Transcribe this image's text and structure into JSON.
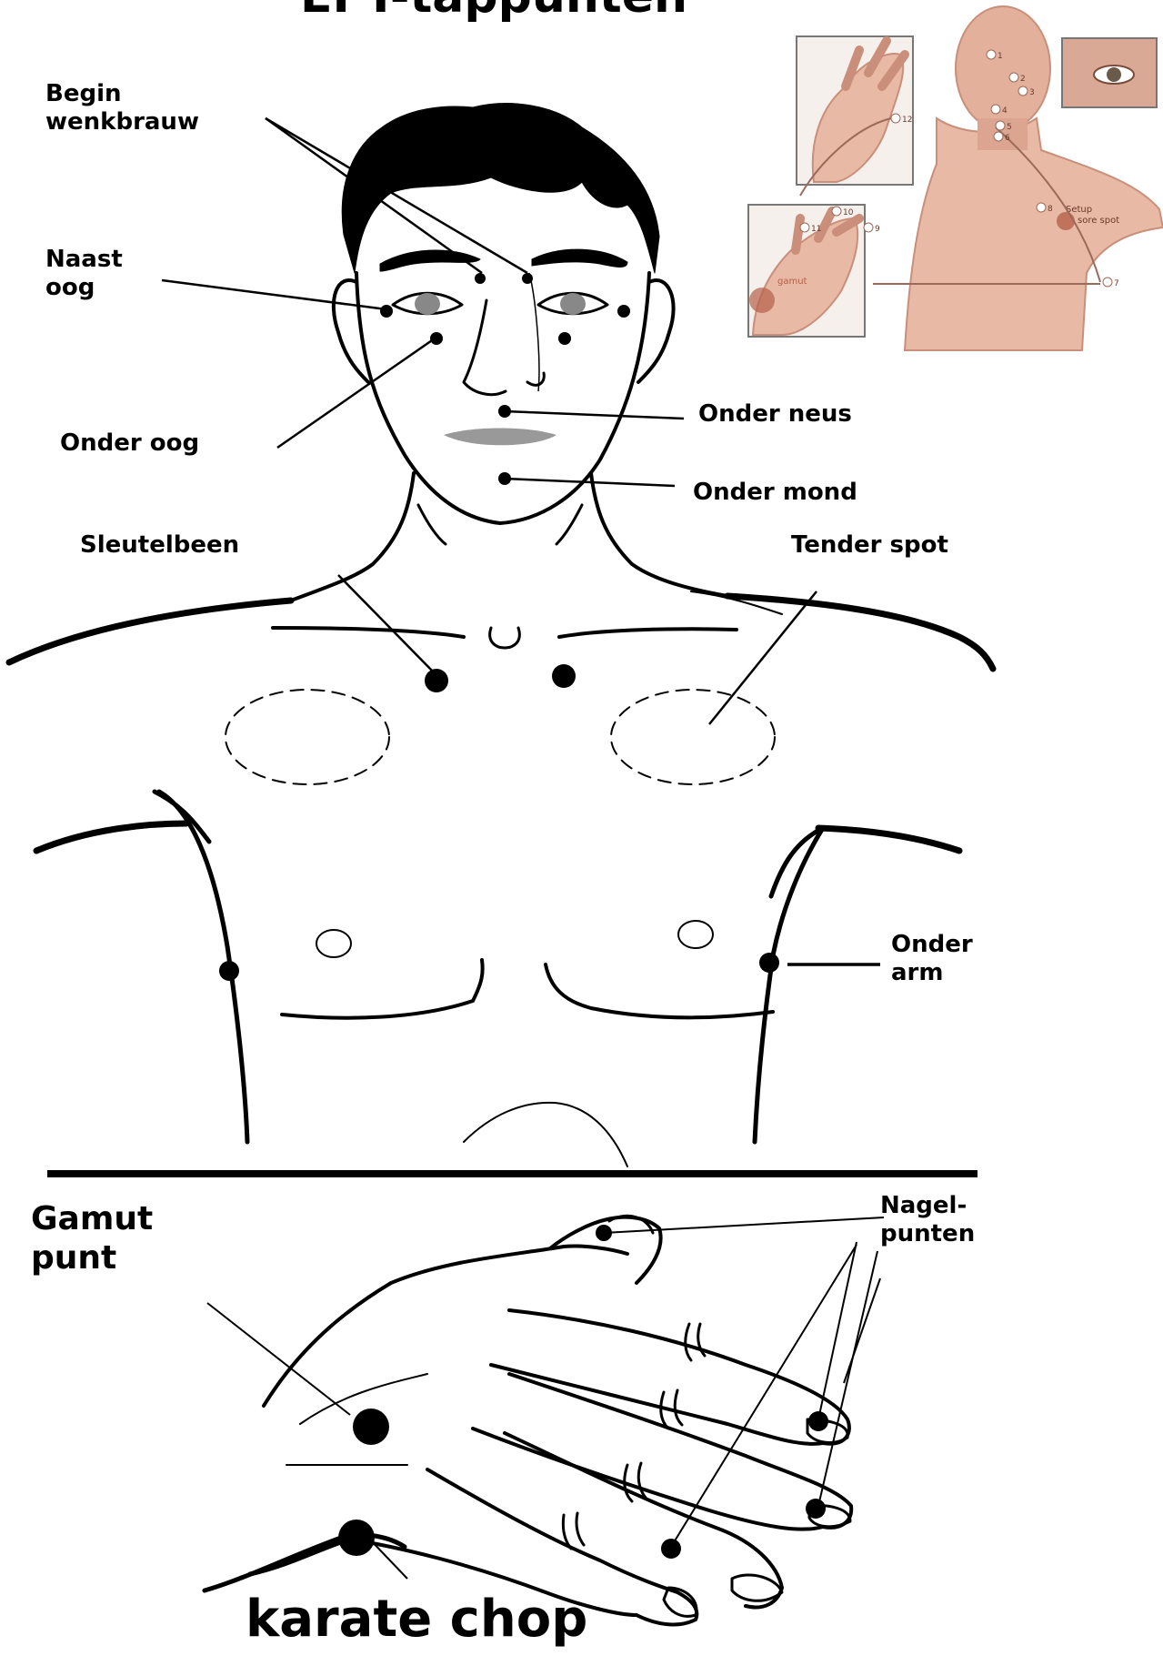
{
  "title": "EFT-tappunten",
  "labels": {
    "begin_wenkbrauw": [
      "Begin",
      "wenkbrauw"
    ],
    "naast_oog": [
      "Naast",
      "oog"
    ],
    "onder_oog": "Onder oog",
    "onder_neus": "Onder neus",
    "onder_mond": "Onder mond",
    "sleutelbeen": "Sleutelbeen",
    "tender_spot": "Tender spot",
    "onder_arm": [
      "Onder",
      "arm"
    ],
    "gamut_punt": [
      "Gamut",
      "punt"
    ],
    "nagel_punten": [
      "Nagel-",
      "punten"
    ],
    "karate_chop": "karate chop"
  },
  "inset": {
    "setup_label": "Setup",
    "sore_spot_label": "sore spot",
    "gamut_label": "gamut",
    "point_numbers": [
      "1",
      "2",
      "3",
      "4",
      "5",
      "6",
      "7",
      "8",
      "9",
      "10",
      "11",
      "12"
    ]
  },
  "colors": {
    "ink": "#000000",
    "skin": "#e8b9a4",
    "skin_shadow": "#c98f7a",
    "inset_bg": "#f4ece8",
    "eye_gray": "#888888",
    "lip_gray": "#999999"
  }
}
